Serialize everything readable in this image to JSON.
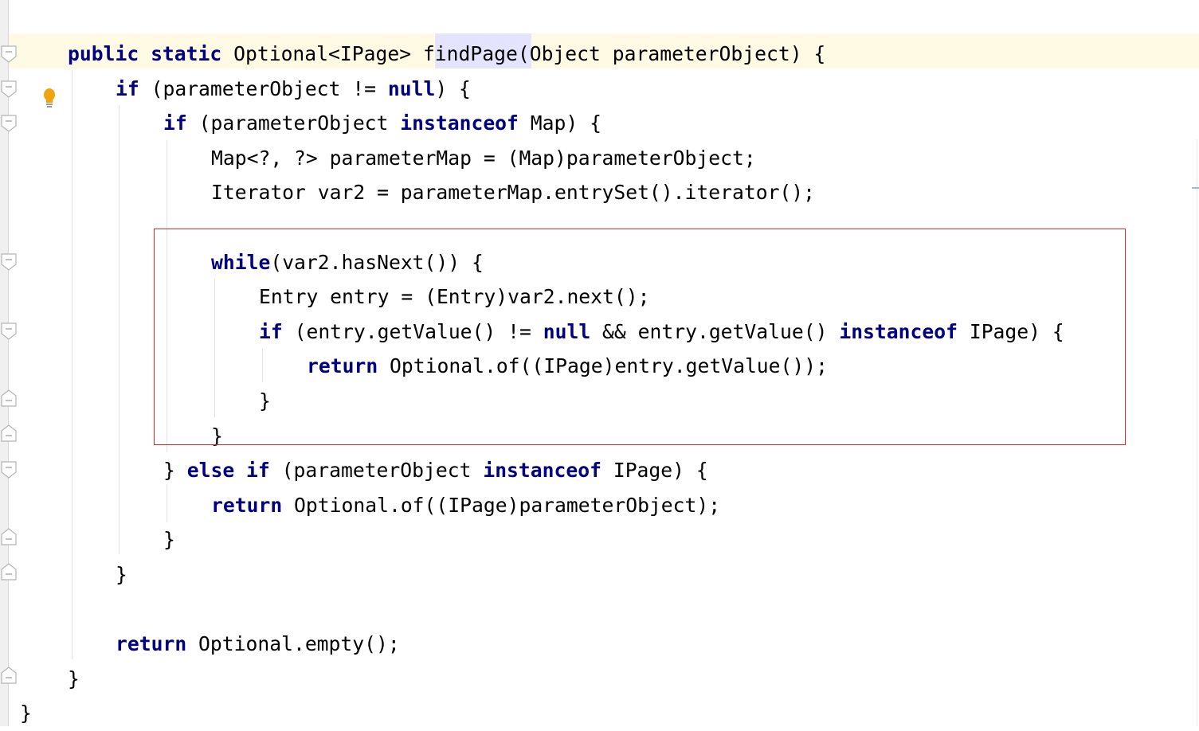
{
  "editor": {
    "lines": [
      {
        "indent": 0,
        "tokens": [
          {
            "k": 1,
            "t": "public"
          },
          {
            "k": 0,
            "t": " "
          },
          {
            "k": 1,
            "t": "static"
          },
          {
            "k": 0,
            "t": " Optional<IPage> "
          },
          {
            "k": 2,
            "t": "findPage"
          },
          {
            "k": 0,
            "t": "(Object parameterObject) {"
          }
        ]
      },
      {
        "indent": 1,
        "tokens": [
          {
            "k": 1,
            "t": "if"
          },
          {
            "k": 0,
            "t": " (parameterObject != "
          },
          {
            "k": 1,
            "t": "null"
          },
          {
            "k": 0,
            "t": ") {"
          }
        ]
      },
      {
        "indent": 2,
        "tokens": [
          {
            "k": 1,
            "t": "if"
          },
          {
            "k": 0,
            "t": " (parameterObject "
          },
          {
            "k": 1,
            "t": "instanceof"
          },
          {
            "k": 0,
            "t": " Map) {"
          }
        ]
      },
      {
        "indent": 3,
        "tokens": [
          {
            "k": 0,
            "t": "Map<?, ?> parameterMap = (Map)parameterObject;"
          }
        ]
      },
      {
        "indent": 3,
        "tokens": [
          {
            "k": 0,
            "t": "Iterator var2 = parameterMap.entrySet().iterator();"
          }
        ]
      },
      {
        "indent": 0,
        "tokens": []
      },
      {
        "indent": 3,
        "tokens": [
          {
            "k": 1,
            "t": "while"
          },
          {
            "k": 0,
            "t": "(var2.hasNext()) {"
          }
        ]
      },
      {
        "indent": 4,
        "tokens": [
          {
            "k": 0,
            "t": "Entry entry = (Entry)var2.next();"
          }
        ]
      },
      {
        "indent": 4,
        "tokens": [
          {
            "k": 1,
            "t": "if"
          },
          {
            "k": 0,
            "t": " (entry.getValue() != "
          },
          {
            "k": 1,
            "t": "null"
          },
          {
            "k": 0,
            "t": " && entry.getValue() "
          },
          {
            "k": 1,
            "t": "instanceof"
          },
          {
            "k": 0,
            "t": " IPage) {"
          }
        ]
      },
      {
        "indent": 5,
        "tokens": [
          {
            "k": 1,
            "t": "return"
          },
          {
            "k": 0,
            "t": " Optional.of((IPage)entry.getValue());"
          }
        ]
      },
      {
        "indent": 4,
        "tokens": [
          {
            "k": 0,
            "t": "}"
          }
        ]
      },
      {
        "indent": 3,
        "tokens": [
          {
            "k": 0,
            "t": "}"
          }
        ]
      },
      {
        "indent": 2,
        "tokens": [
          {
            "k": 0,
            "t": "} "
          },
          {
            "k": 1,
            "t": "else if"
          },
          {
            "k": 0,
            "t": " (parameterObject "
          },
          {
            "k": 1,
            "t": "instanceof"
          },
          {
            "k": 0,
            "t": " IPage) {"
          }
        ]
      },
      {
        "indent": 3,
        "tokens": [
          {
            "k": 1,
            "t": "return"
          },
          {
            "k": 0,
            "t": " Optional.of((IPage)parameterObject);"
          }
        ]
      },
      {
        "indent": 2,
        "tokens": [
          {
            "k": 0,
            "t": "}"
          }
        ]
      },
      {
        "indent": 1,
        "tokens": [
          {
            "k": 0,
            "t": "}"
          }
        ]
      },
      {
        "indent": 0,
        "tokens": []
      },
      {
        "indent": 1,
        "tokens": [
          {
            "k": 1,
            "t": "return"
          },
          {
            "k": 0,
            "t": " Optional.empty();"
          }
        ]
      },
      {
        "indent": 0,
        "tokens": [
          {
            "k": 0,
            "t": "}"
          }
        ]
      },
      {
        "indent": -1,
        "tokens": [
          {
            "k": 0,
            "t": "}"
          }
        ]
      }
    ]
  },
  "gutter": {
    "intention_icon": "lightbulb-icon",
    "fold_icon": "fold-marker-icon"
  },
  "colors": {
    "keyword": "#000080",
    "text": "#000000",
    "current_line": "#fffae3",
    "method_highlight": "#e4e4ff",
    "annotation_box": "#d9252b",
    "bulb": "#f0a30a"
  }
}
